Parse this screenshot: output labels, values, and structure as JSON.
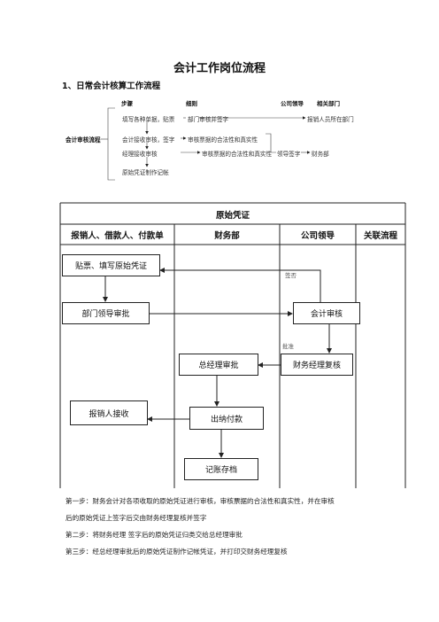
{
  "doc": {
    "title": "会计工作岗位流程",
    "section1": "1、日常会计核算工作流程"
  },
  "top_flow": {
    "headers": [
      "步骤",
      "细则",
      "公司领导",
      "相关部门"
    ],
    "side_label": "会计审核流程",
    "rows": [
      {
        "step": "填写各种单据，贴票",
        "mid": "部门审核并签字",
        "right": "报销人员所在部门"
      },
      {
        "step": "会计接收审核，签字",
        "mid": "审核票据的合法性和真实性",
        "right": ""
      },
      {
        "step": "经理接收审核",
        "mid": "审核票据的合法性和真实性",
        "lead": "领导签字",
        "right": "财务部"
      },
      {
        "step": "原始凭证制作记帐",
        "mid": "",
        "right": ""
      }
    ]
  },
  "table": {
    "title": "原始凭证",
    "columns": [
      "报销人、借款人、付款单",
      "财务部",
      "公司领导",
      "关联流程"
    ],
    "boxes": {
      "paste": "贴票、填写原始凭证",
      "dept": "部门领导审批",
      "audit": "会计审核",
      "gm": "总经理审批",
      "fm": "财务经理复核",
      "receive": "报销人接收",
      "pay": "出纳付款",
      "archive": "记账存档"
    },
    "labels": {
      "sign": "签否",
      "approve": "批准"
    }
  },
  "steps": [
    "第一步：财务会计对各项收取的原始凭证进行审核，审核票据的合法性和真实性，并在审核",
    "后的原始凭证上签字后交由财务经理复核并签字",
    "第二步：将财务经理  签字后的原始凭证归类交给总经理审批",
    "第三步：经总经理审批后的原始凭证制作记帐凭证，并打印交财务经理复核"
  ]
}
